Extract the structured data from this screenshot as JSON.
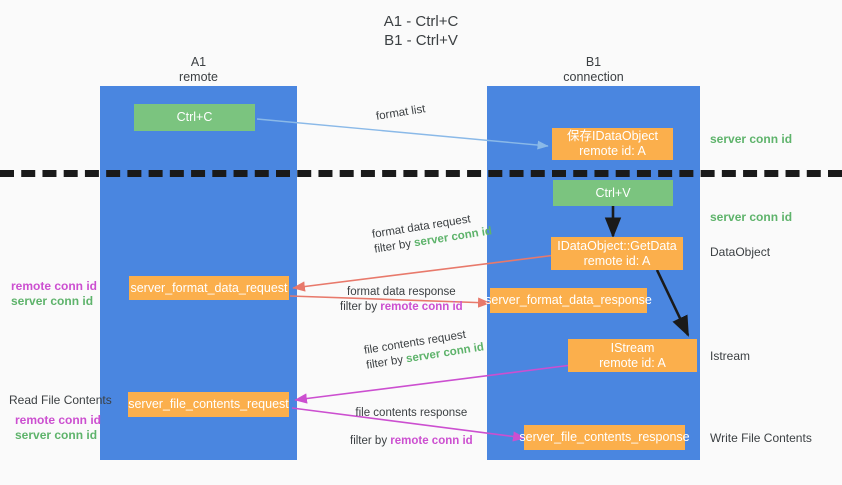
{
  "title": {
    "line1": "A1 - Ctrl+C",
    "line2": "B1 - Ctrl+V"
  },
  "lanes": [
    {
      "id": "a1",
      "name": "A1",
      "role": "remote"
    },
    {
      "id": "b1",
      "name": "B1",
      "role": "connection"
    }
  ],
  "boxes": {
    "ctrl_c": {
      "line1": "Ctrl+C",
      "line2": ""
    },
    "save_dataobject": {
      "line1": "保存IDataObject",
      "line2": "remote id: A"
    },
    "ctrl_v": {
      "line1": "Ctrl+V",
      "line2": ""
    },
    "getdata": {
      "line1": "IDataObject::GetData",
      "line2": "remote id: A"
    },
    "server_format_data_request": {
      "line1": "server_format_data_request",
      "line2": ""
    },
    "server_format_data_response": {
      "line1": "server_format_data_response",
      "line2": ""
    },
    "istream": {
      "line1": "IStream",
      "line2": "remote id: A"
    },
    "server_file_contents_request": {
      "line1": "server_file_contents_request",
      "line2": ""
    },
    "server_file_contents_response": {
      "line1": "server_file_contents_response",
      "line2": ""
    }
  },
  "edges": {
    "format_list": {
      "name": "format list",
      "filter_prefix": "",
      "filter_value": ""
    },
    "format_data_request": {
      "name": "format data request",
      "filter_prefix": "filter by ",
      "filter_value": "server conn id"
    },
    "format_data_response": {
      "name": "format data response",
      "filter_prefix": "filter by ",
      "filter_value": "remote conn id"
    },
    "file_contents_request": {
      "name": "file contents request",
      "filter_prefix": "filter by ",
      "filter_value": "server conn id"
    },
    "file_contents_response": {
      "name": "file contents response",
      "filter_prefix": "filter by ",
      "filter_value": "remote conn id"
    }
  },
  "annotations": {
    "right_top_server_conn_id": "server conn id",
    "right_mid_server_conn_id": "server conn id",
    "right_dataobject": "DataObject",
    "right_istream": "Istream",
    "right_write_file_contents": "Write File Contents",
    "left_remote_conn_id_1": "remote conn id",
    "left_server_conn_id_1": "server conn id",
    "left_read_file_contents": "Read File Contents",
    "left_remote_conn_id_2": "remote conn id",
    "left_server_conn_id_2": "server conn id"
  },
  "colors": {
    "lane": "#4a86e0",
    "green_box": "#7bc47f",
    "orange_box": "#fbaf4c",
    "green_text": "#5eb36b",
    "purple_text": "#cc4fd0",
    "arrow_light_blue": "#8ab9e8",
    "arrow_red": "#e8796b",
    "arrow_magenta": "#cc4fd0",
    "arrow_black": "#1a1a1a",
    "background": "#fafafa"
  }
}
